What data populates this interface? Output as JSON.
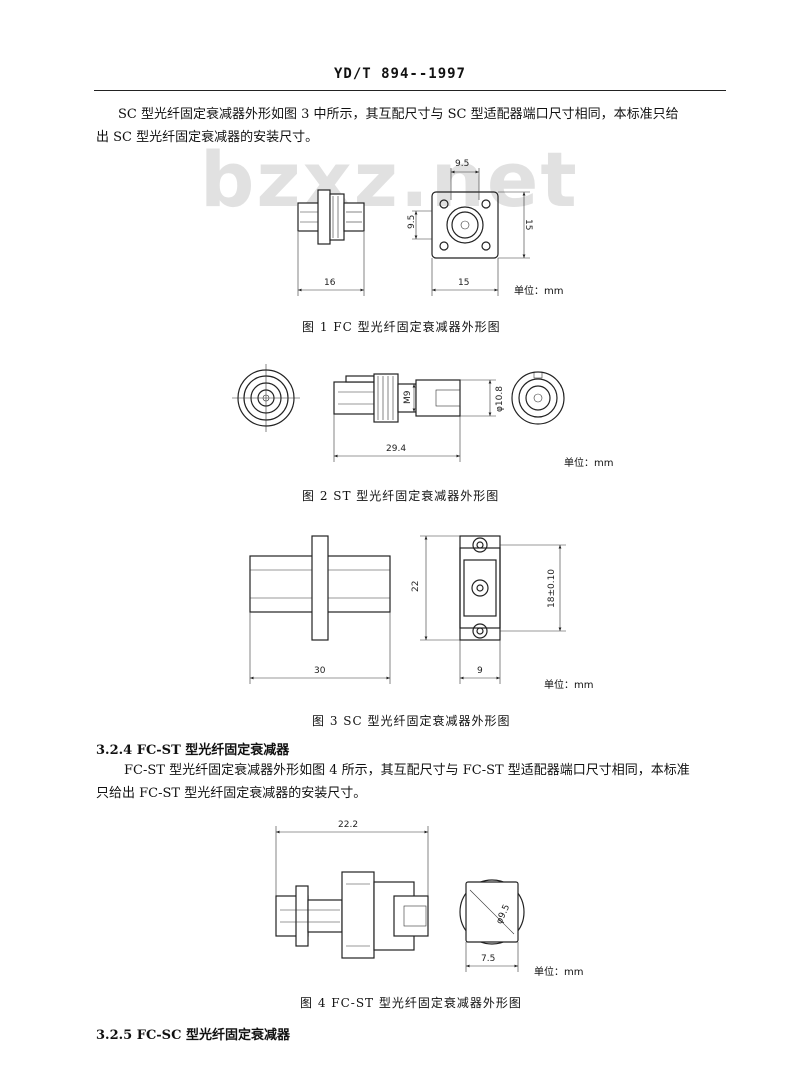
{
  "header": {
    "standard_no": "YD/T 894--1997"
  },
  "watermark": "bzxz.net",
  "intro_para": {
    "line1": "SC 型光纤固定衰减器外形如图 3 中所示，其互配尺寸与 SC 型适配器端口尺寸相同，本标准只给",
    "line2": "出 SC 型光纤固定衰减器的安装尺寸。"
  },
  "figure1": {
    "dims": {
      "top": "9.5",
      "left": "9.5",
      "right": "15",
      "width_left": "16",
      "width_right": "15"
    },
    "unit": "单位：mm",
    "caption": "图 1   FC 型光纤固定衰减器外形图"
  },
  "figure2": {
    "dims": {
      "m9": "M9",
      "dia": "φ10.8",
      "len": "29.4"
    },
    "unit": "单位：mm",
    "caption": "图 2   ST 型光纤固定衰减器外形图"
  },
  "figure3": {
    "dims": {
      "height": "22",
      "inner": "18±0.10",
      "width_left": "30",
      "width_right": "9"
    },
    "unit": "单位：mm",
    "caption": "图 3   SC 型光纤固定衰减器外形图"
  },
  "section_324": {
    "heading": "3.2.4   FC-ST 型光纤固定衰减器",
    "line1": "FC-ST 型光纤固定衰减器外形如图 4 所示，其互配尺寸与 FC-ST 型适配器端口尺寸相同，本标准",
    "line2": "只给出 FC-ST 型光纤固定衰减器的安装尺寸。"
  },
  "figure4": {
    "dims": {
      "len": "22.2",
      "dia": "φ9.5",
      "flat": "7.5"
    },
    "unit": "单位：mm",
    "caption": "图 4   FC-ST 型光纤固定衰减器外形图"
  },
  "section_325": {
    "heading": "3.2.5   FC-SC 型光纤固定衰减器"
  }
}
